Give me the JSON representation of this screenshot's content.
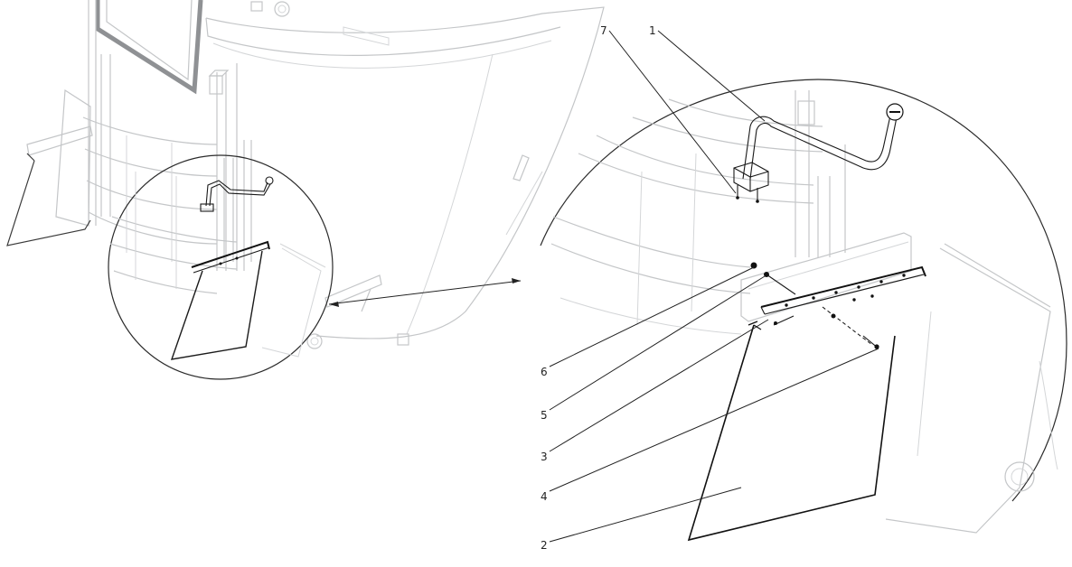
{
  "callouts": [
    {
      "label": "7"
    },
    {
      "label": "1"
    },
    {
      "label": "6"
    },
    {
      "label": "5"
    },
    {
      "label": "3"
    },
    {
      "label": "4"
    },
    {
      "label": "2"
    }
  ]
}
